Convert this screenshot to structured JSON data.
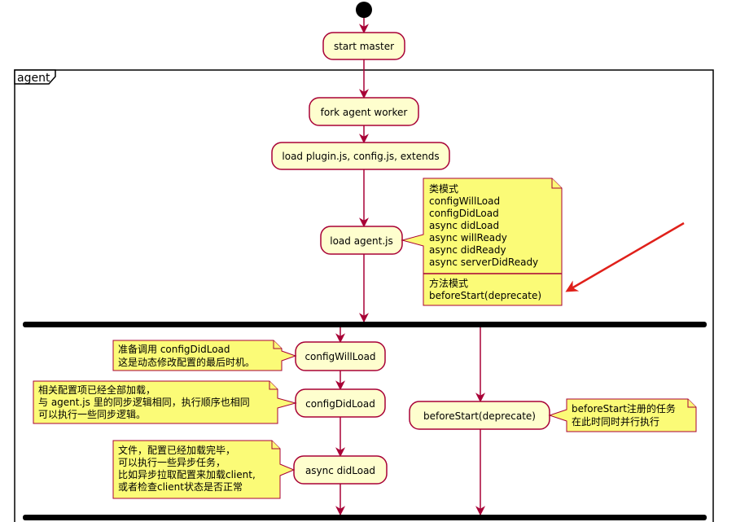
{
  "frame": {
    "label": "agent"
  },
  "nodes": {
    "start_master": "start master",
    "fork_agent_worker": "fork agent worker",
    "load_plugin": "load plugin.js, config.js, extends",
    "load_agent": "load agent.js",
    "config_will_load": "configWillLoad",
    "config_did_load": "configDidLoad",
    "async_did_load": "async didLoad",
    "before_start": "beforeStart(deprecate)"
  },
  "notes": {
    "lifecycle": {
      "class_lines": [
        "类模式",
        "configWillLoad",
        "configDidLoad",
        "async didLoad",
        "async willReady",
        "async didReady",
        "async serverDidReady"
      ],
      "method_lines": [
        "方法模式",
        "beforeStart(deprecate)"
      ]
    },
    "config_will_load": [
      "准备调用 configDidLoad",
      "这是动态修改配置的最后时机。"
    ],
    "config_did_load": [
      "相关配置项已经全部加载，",
      "与 agent.js 里的同步逻辑相同，执行顺序也相同",
      "可以执行一些同步逻辑。"
    ],
    "async_did_load": [
      "文件，配置已经加载完毕，",
      "可以执行一些异步任务，",
      "比如异步拉取配置来加载client,",
      "或者检查client状态是否正常"
    ],
    "before_start": [
      "beforeStart注册的任务",
      "在此时同时并行执行"
    ]
  },
  "colors": {
    "node_fill": "#fefece",
    "node_border": "#a80036",
    "note_fill": "#fbfb77",
    "annotation_arrow": "#e0201a"
  }
}
